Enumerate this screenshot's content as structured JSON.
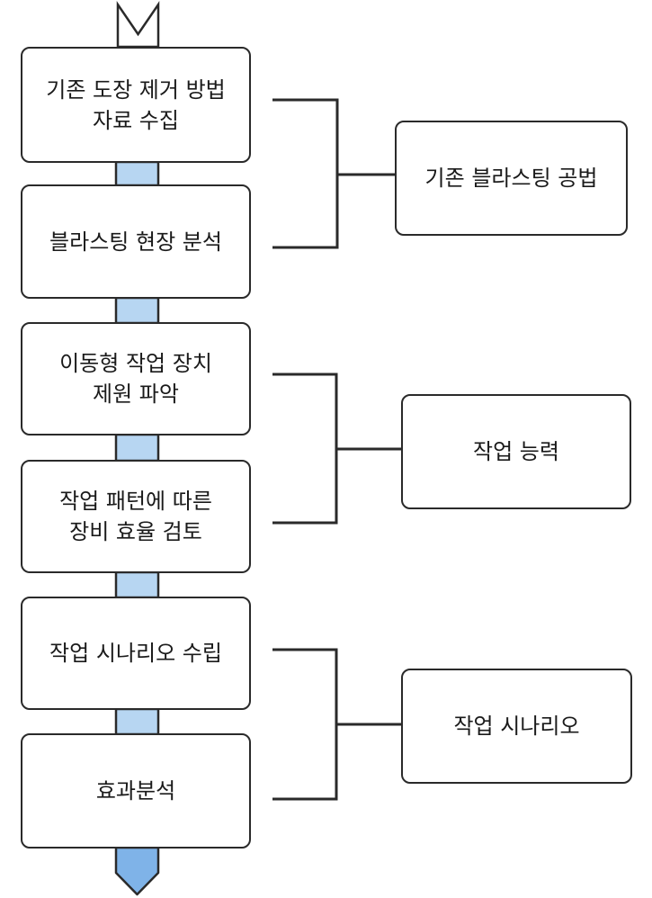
{
  "steps": [
    {
      "label": "기존 도장 제거 방법\n자료 수집"
    },
    {
      "label": "블라스팅 현장 분석"
    },
    {
      "label": "이동형 작업 장치\n제원 파악"
    },
    {
      "label": "작업 패턴에 따른\n장비 효율 검토"
    },
    {
      "label": "작업 시나리오 수립"
    },
    {
      "label": "효과분석"
    }
  ],
  "groups": [
    {
      "label": "기존 블라스팅 공법"
    },
    {
      "label": "작업 능력"
    },
    {
      "label": "작업 시나리오"
    }
  ],
  "colors": {
    "connector": "#b7d6f2",
    "arrow": "#7fb3e8",
    "border": "#2a2a2a"
  }
}
